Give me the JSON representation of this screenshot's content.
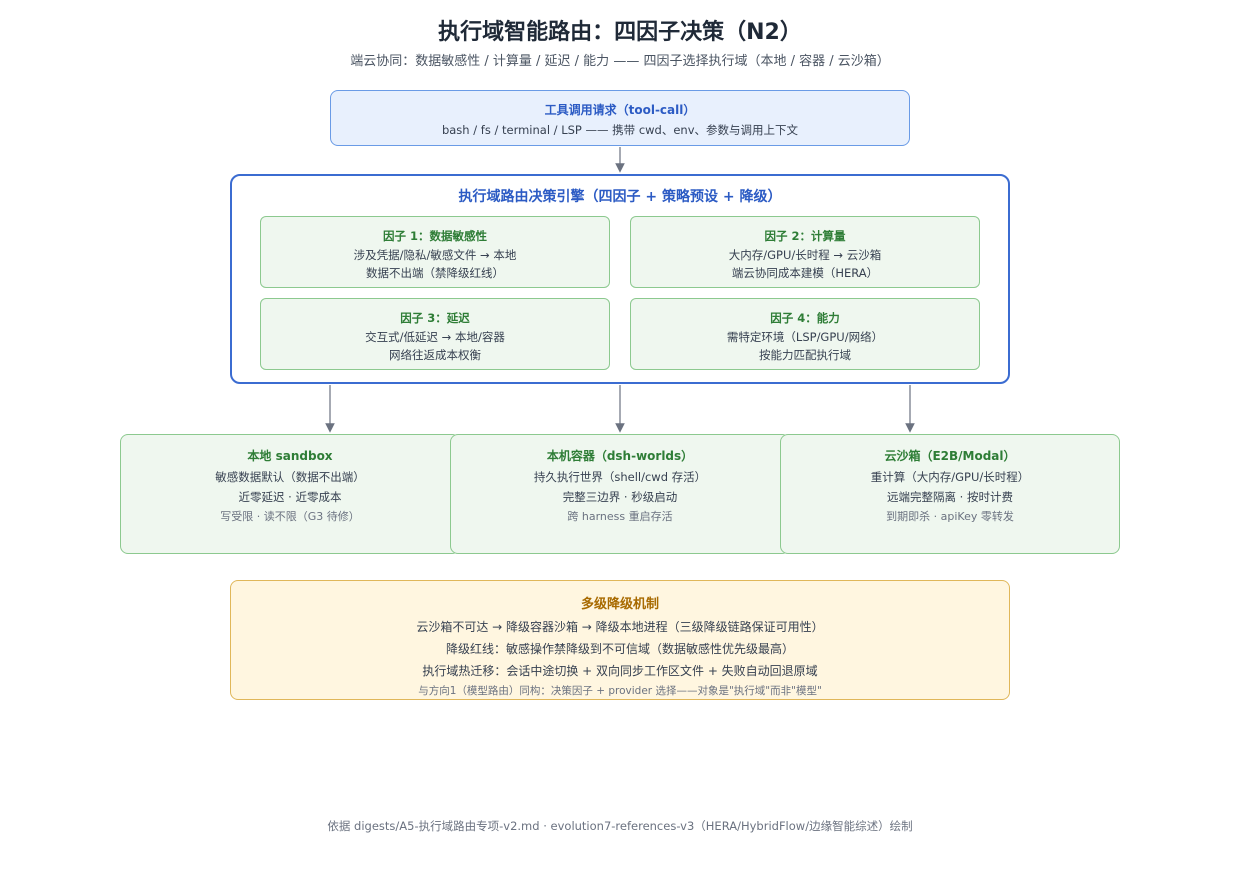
{
  "title": "执行域智能路由：四因子决策（N2）",
  "subtitle": "端云协同：数据敏感性 / 计算量 / 延迟 / 能力 —— 四因子选择执行域（本地 / 容器 / 云沙箱）",
  "request": {
    "title": "工具调用请求（tool-call）",
    "text": "bash / fs / terminal / LSP —— 携带 cwd、env、参数与调用上下文"
  },
  "engine": {
    "title": "执行域路由决策引擎（四因子 + 策略预设 + 降级）",
    "factors": [
      {
        "title": "因子 1：数据敏感性",
        "line1": "涉及凭据/隐私/敏感文件 → 本地",
        "line2": "数据不出端（禁降级红线）"
      },
      {
        "title": "因子 2：计算量",
        "line1": "大内存/GPU/长时程 → 云沙箱",
        "line2": "端云协同成本建模（HERA）"
      },
      {
        "title": "因子 3：延迟",
        "line1": "交互式/低延迟 → 本地/容器",
        "line2": "网络往返成本权衡"
      },
      {
        "title": "因子 4：能力",
        "line1": "需特定环境（LSP/GPU/网络）",
        "line2": "按能力匹配执行域"
      }
    ]
  },
  "targets": [
    {
      "title": "本地 sandbox",
      "line1": "敏感数据默认（数据不出端）",
      "line2": "近零延迟 · 近零成本",
      "note": "写受限 · 读不限（G3 待修）"
    },
    {
      "title": "本机容器（dsh-worlds）",
      "line1": "持久执行世界（shell/cwd 存活）",
      "line2": "完整三边界 · 秒级启动",
      "note": "跨 harness 重启存活"
    },
    {
      "title": "云沙箱（E2B/Modal）",
      "line1": "重计算（大内存/GPU/长时程）",
      "line2": "远端完整隔离 · 按时计费",
      "note": "到期即杀 · apiKey 零转发"
    }
  ],
  "fallback": {
    "title": "多级降级机制",
    "line1": "云沙箱不可达 → 降级容器沙箱 → 降级本地进程（三级降级链路保证可用性）",
    "line2": "降级红线：敏感操作禁降级到不可信域（数据敏感性优先级最高）",
    "line3": "执行域热迁移：会话中途切换 + 双向同步工作区文件 + 失败自动回退原域",
    "note": "与方向1（模型路由）同构：决策因子 + provider 选择——对象是\"执行域\"而非\"模型\""
  },
  "footer": "依据 digests/A5-执行域路由专项-v2.md · evolution7-references-v3（HERA/HybridFlow/边缘智能综述）绘制",
  "colors": {
    "request_bg": "#e8f0fd",
    "engine_border": "#3b6cd1",
    "factor_bg": "#eff7ef",
    "factor_title": "#2e7d36",
    "fallback_bg": "#fff6e0",
    "fallback_title": "#a86a00"
  }
}
